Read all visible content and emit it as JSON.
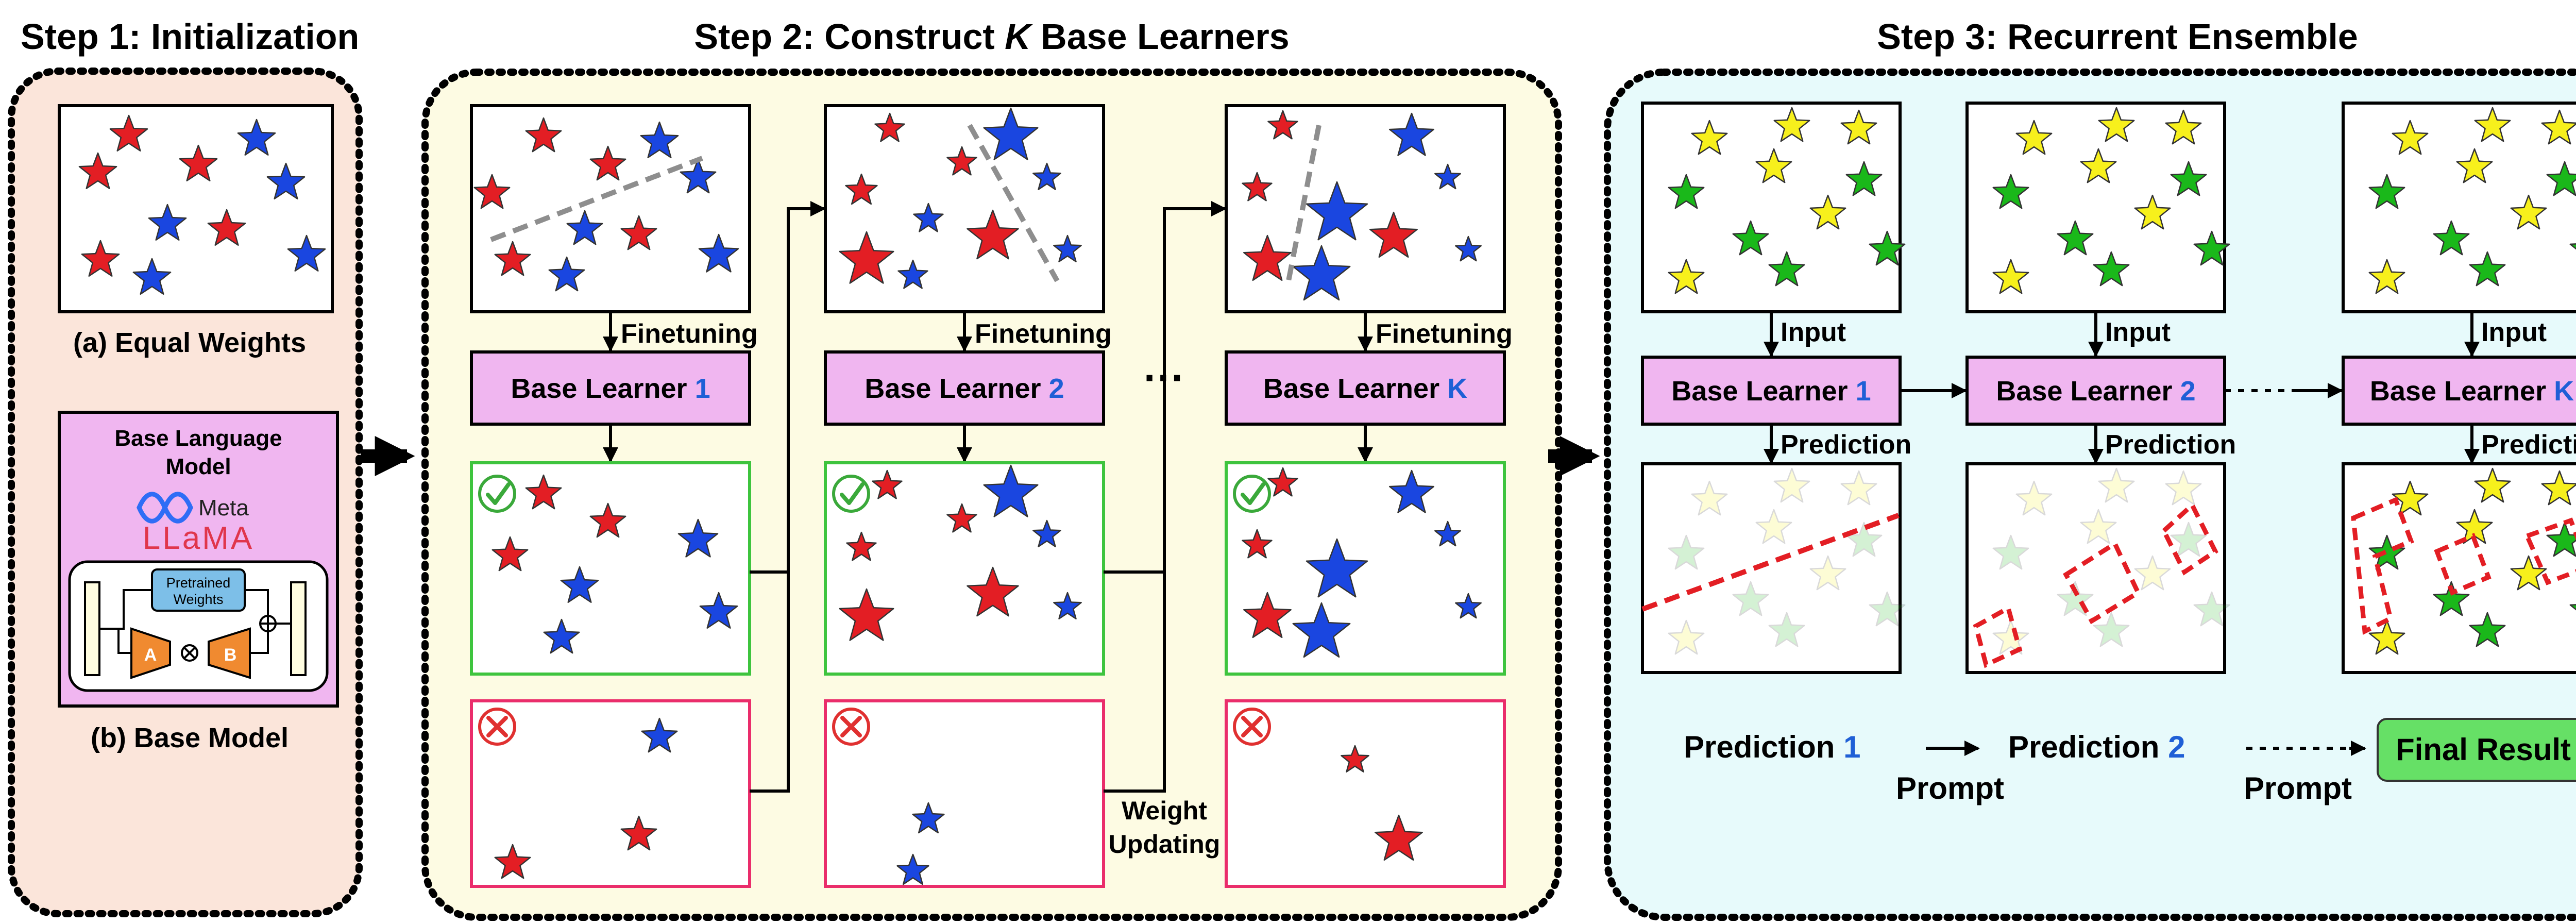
{
  "step1": {
    "title": "Step 1: Initialization",
    "caption_a": "(a) Equal Weights",
    "caption_b": "(b) Base Model",
    "model_title_1": "Base Language",
    "model_title_2": "Model",
    "meta_label": "Meta",
    "llama_label": "LLaMA",
    "weights_1": "Pretrained",
    "weights_2": "Weights",
    "a_label": "A",
    "b_label": "B"
  },
  "step2": {
    "title_pre": "Step 2: Construct ",
    "title_k": "K",
    "title_post": " Base Learners",
    "finetuning": "Finetuning",
    "learner_prefix": "Base Learner ",
    "learners": [
      "1",
      "2",
      "K"
    ],
    "ellipsis": "···",
    "weight_updating_1": "Weight",
    "weight_updating_2": "Updating"
  },
  "step3": {
    "title": "Step 3: Recurrent Ensemble",
    "input": "Input",
    "prediction": "Prediction",
    "learner_prefix": "Base Learner ",
    "learners": [
      "1",
      "2",
      "K"
    ],
    "pred_prefix": "Prediction ",
    "pred_nums": [
      "1",
      "2"
    ],
    "prompt": "Prompt",
    "final": "Final Result"
  },
  "colors": {
    "red_star": "#e31e24",
    "blue_star": "#1a46e0",
    "yellow_star": "#f7f01c",
    "green_star": "#1ab81a",
    "learner_fill": "#f0b6f0",
    "learner_num": "#1f5fd6",
    "step1_bg": "#fbe5da",
    "step2_bg": "#fdfbe3",
    "step3_bg": "#e7fafb",
    "correct_border": "#3ec43e",
    "wrong_border": "#ea2d6b",
    "final_fill": "#66e066"
  }
}
